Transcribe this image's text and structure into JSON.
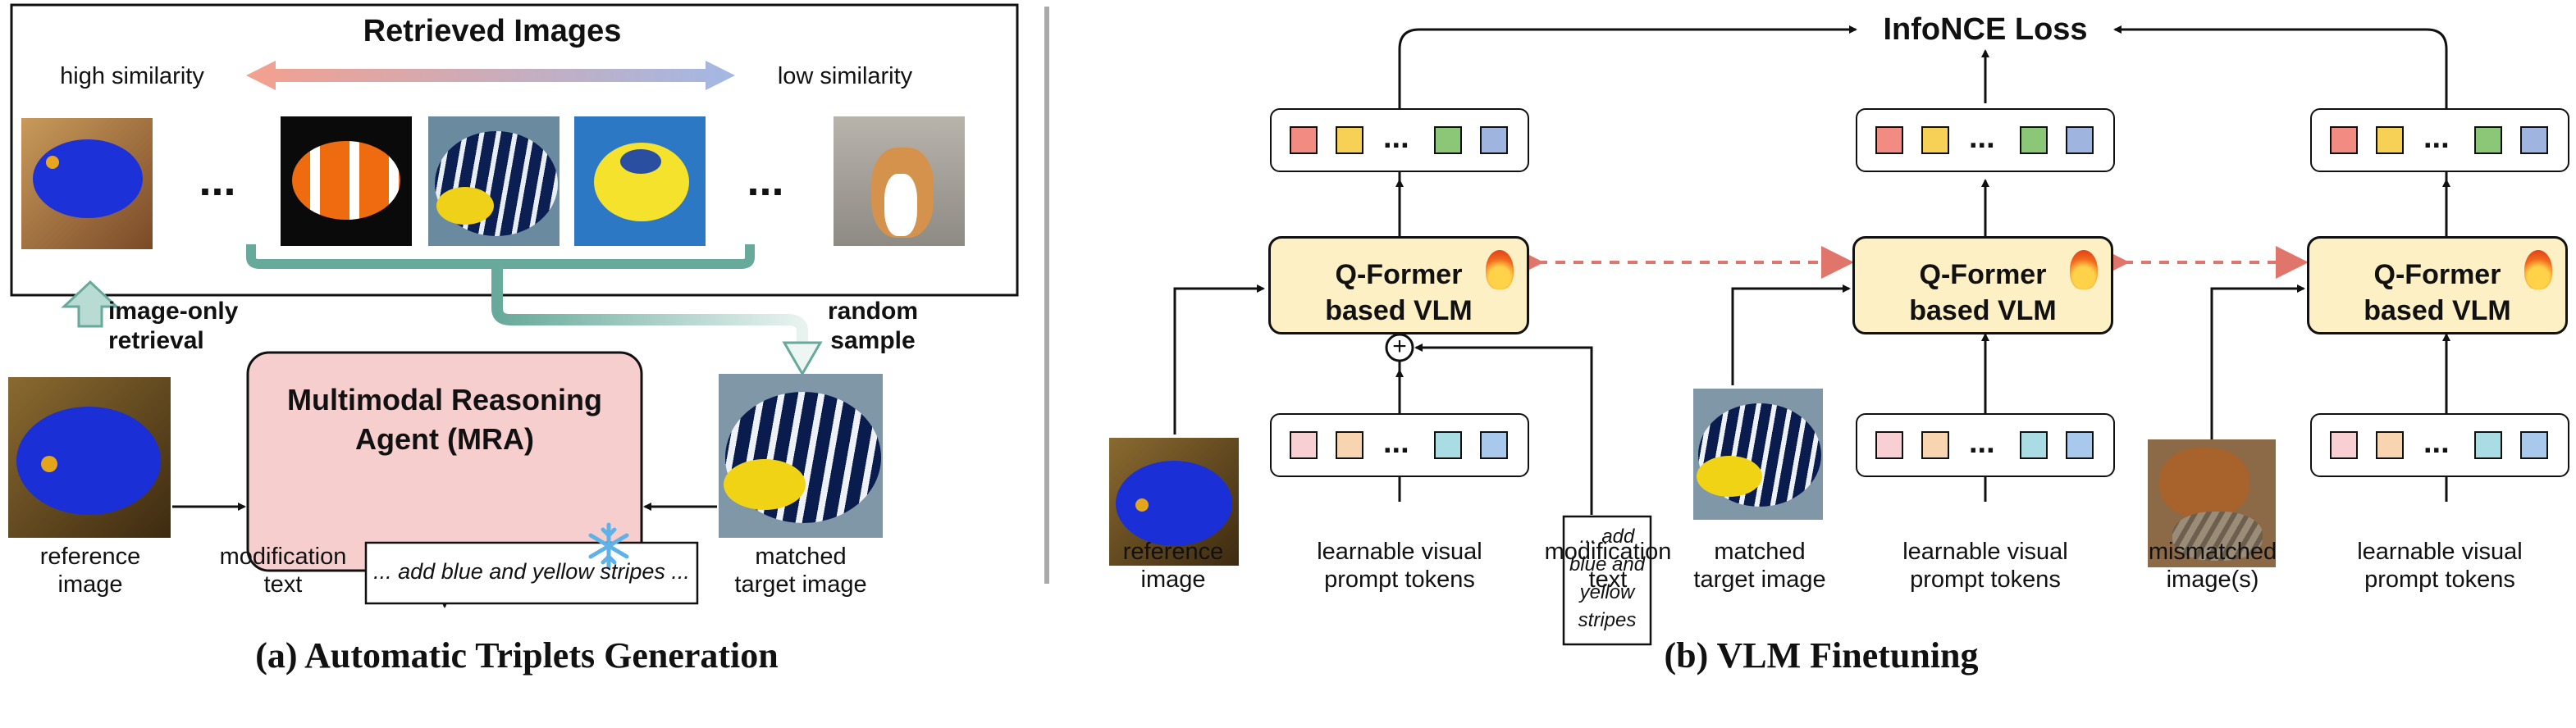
{
  "panel_a": {
    "title": "Retrieved Images",
    "high_similarity": "high similarity",
    "low_similarity": "low similarity",
    "ellipsis": "...",
    "image_only_retrieval": [
      "image-only",
      "retrieval"
    ],
    "random_sample": [
      "random",
      "sample"
    ],
    "mra_label": [
      "Multimodal Reasoning",
      "Agent (MRA)"
    ],
    "reference_image": [
      "reference",
      "image"
    ],
    "modification_text_label": [
      "modification",
      "text"
    ],
    "modification_text": "... add blue and yellow stripes ...",
    "matched_target_image": [
      "matched",
      "target image"
    ],
    "caption": "(a) Automatic Triplets Generation"
  },
  "panel_b": {
    "loss": "InfoNCE Loss",
    "vlm_label": [
      "Q-Former",
      "based VLM"
    ],
    "ellipsis": "...",
    "reference_image": [
      "reference",
      "image"
    ],
    "learnable_tokens": [
      "learnable visual",
      "prompt tokens"
    ],
    "modification_text_label": [
      "modification",
      "text"
    ],
    "modification_text_box": [
      "... add",
      "blue and",
      "yellow",
      "stripes"
    ],
    "matched_target_image": [
      "matched",
      "target image"
    ],
    "mismatched_images": [
      "mismatched",
      "image(s)"
    ],
    "plus": "+",
    "caption": "(b) VLM Finetuning"
  },
  "colors": {
    "mra_fill": "#f6cece",
    "vlm_fill": "#fdf0c4",
    "teal": "#67a99a",
    "red_dashed": "#e0756c",
    "output_tokens": [
      "#f28b82",
      "#f6d155",
      "#8cc677",
      "#9fb5e0"
    ],
    "input_tokens": [
      "#f8d0d4",
      "#f8d5b0",
      "#a9dde3",
      "#a8c8ec"
    ]
  }
}
